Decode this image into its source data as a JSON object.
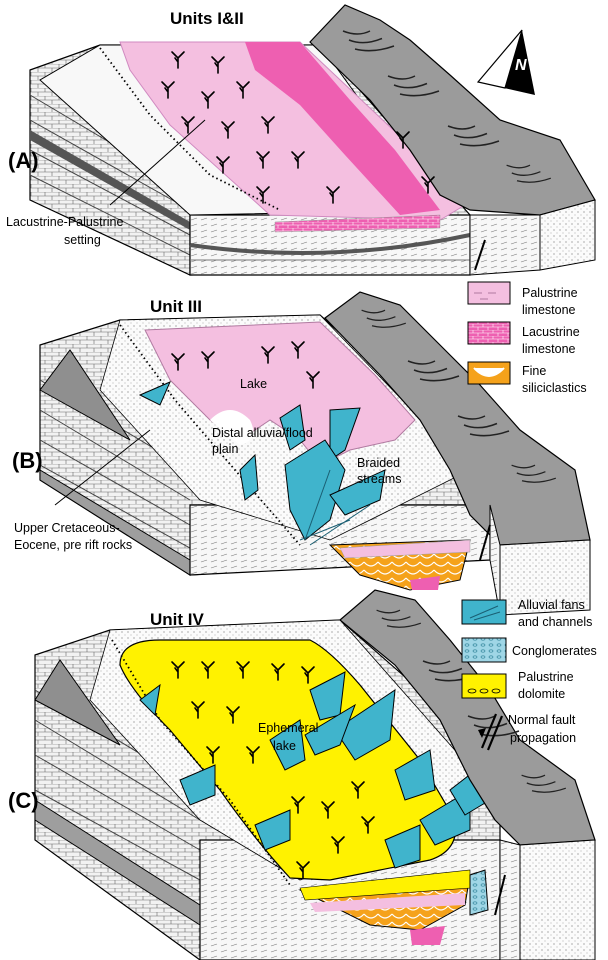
{
  "panels": [
    {
      "letter": "(A)",
      "title": "Units I&II",
      "annotation": "Lacustrine-Palustrine setting",
      "annotation_lines": [
        "Lacustrine-Palustrine",
        "setting"
      ]
    },
    {
      "letter": "(B)",
      "title": "Unit III",
      "labels": {
        "lake": "Lake",
        "distal": [
          "Distal alluvia/flood",
          "plain"
        ],
        "braided": [
          "Braided",
          "streams"
        ],
        "prerift": [
          "Upper Cretaceous-",
          "Eocene, pre rift rocks"
        ]
      }
    },
    {
      "letter": "(C)",
      "title": "Unit IV",
      "labels": {
        "lake": [
          "Ephemeral",
          "lake"
        ]
      }
    }
  ],
  "north_arrow": "N",
  "legend": [
    {
      "icon": "palustrine-limestone-swatch",
      "lines": [
        "Palustrine",
        "limestone"
      ],
      "color": "#f4bfe0"
    },
    {
      "icon": "lacustrine-limestone-swatch",
      "lines": [
        "Lacustrine",
        "limestone"
      ],
      "color": "#ee5fb1"
    },
    {
      "icon": "fine-siliciclastics-swatch",
      "lines": [
        "Fine",
        "siliciclastics"
      ],
      "color": "#f5a21b"
    },
    {
      "icon": "alluvial-fans-swatch",
      "lines": [
        "Alluvial fans",
        "and channels"
      ],
      "color": "#40b4cc"
    },
    {
      "icon": "conglomerates-swatch",
      "lines": [
        "Conglomerates"
      ],
      "color": "#9fd6e6"
    },
    {
      "icon": "palustrine-dolomite-swatch",
      "lines": [
        "Palustrine",
        "dolomite"
      ],
      "color": "#fff200"
    },
    {
      "icon": "normal-fault-symbol",
      "lines": [
        "Normal fault",
        "propagation"
      ],
      "color": "#000000"
    }
  ],
  "colors": {
    "mountain": "#9b9b9b",
    "rock_dark": "#a8a8a8",
    "rock_light": "#eeeeee",
    "outline": "#000000"
  }
}
